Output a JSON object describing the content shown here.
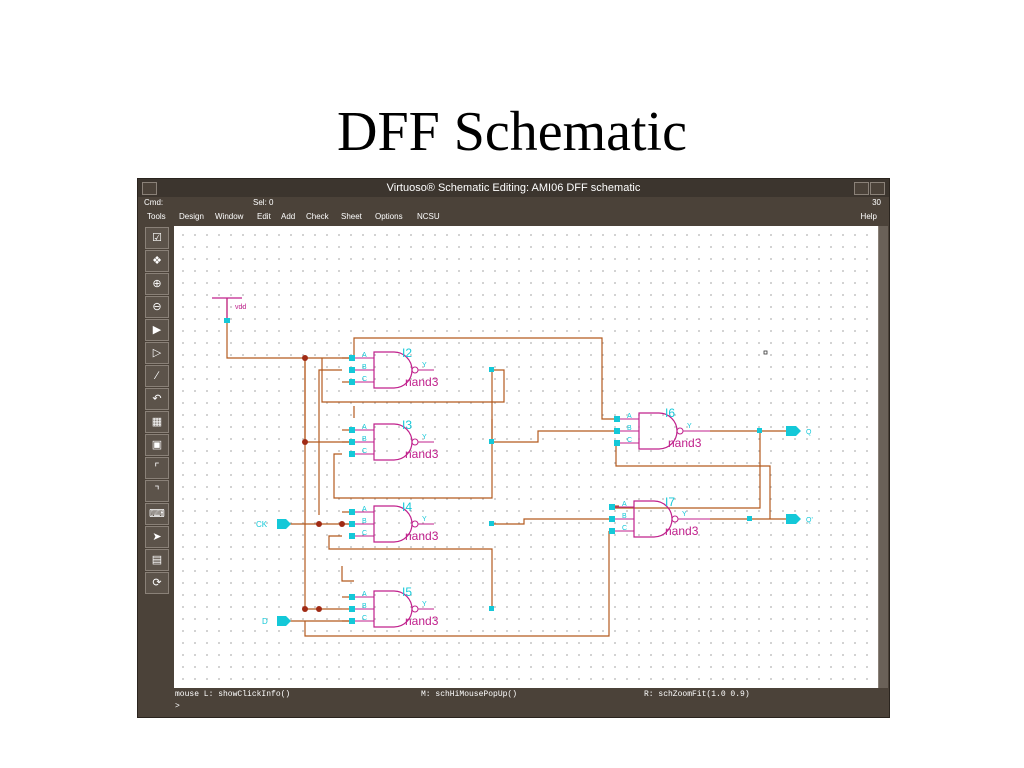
{
  "slide": {
    "title": "DFF Schematic"
  },
  "window": {
    "title": "Virtuoso® Schematic Editing: AMI06 DFF schematic",
    "cmd_label": "Cmd:",
    "sel_label": "Sel: 0",
    "count": "30"
  },
  "menu": {
    "items": [
      "Tools",
      "Design",
      "Window",
      "Edit",
      "Add",
      "Check",
      "Sheet",
      "Options",
      "NCSU"
    ],
    "help": "Help"
  },
  "toolbar": {
    "icons": [
      "check-box-icon",
      "zoom-fit-icon",
      "zoom-in-icon",
      "zoom-out-icon",
      "stretch-icon",
      "copy-icon",
      "wire-icon",
      "undo-icon",
      "property-icon",
      "instance-icon",
      "wire-narrow-icon",
      "wire-wide-icon",
      "label-icon",
      "pin-icon",
      "descend-icon",
      "return-icon"
    ]
  },
  "mouse": {
    "left": "mouse L: showClickInfo()",
    "middle": "M: schHiMousePopUp()",
    "right": "R: schZoomFit(1.0 0.9)"
  },
  "prompt": ">",
  "schematic": {
    "vdd": "vdd",
    "pin_ck": "CK",
    "pin_d": "D",
    "pin_q": "Q",
    "pin_qb": "Q'",
    "gate_type": "nand3",
    "pin_a": "A",
    "pin_b": "B",
    "pin_c": "C",
    "pin_y": "Y",
    "gates": [
      "I2",
      "I3",
      "I4",
      "I5",
      "I6",
      "I7"
    ]
  },
  "colors": {
    "wire": "#b35a1f",
    "pin": "#14c8d8",
    "gate": "#c0208c",
    "node": "#a02a14"
  }
}
